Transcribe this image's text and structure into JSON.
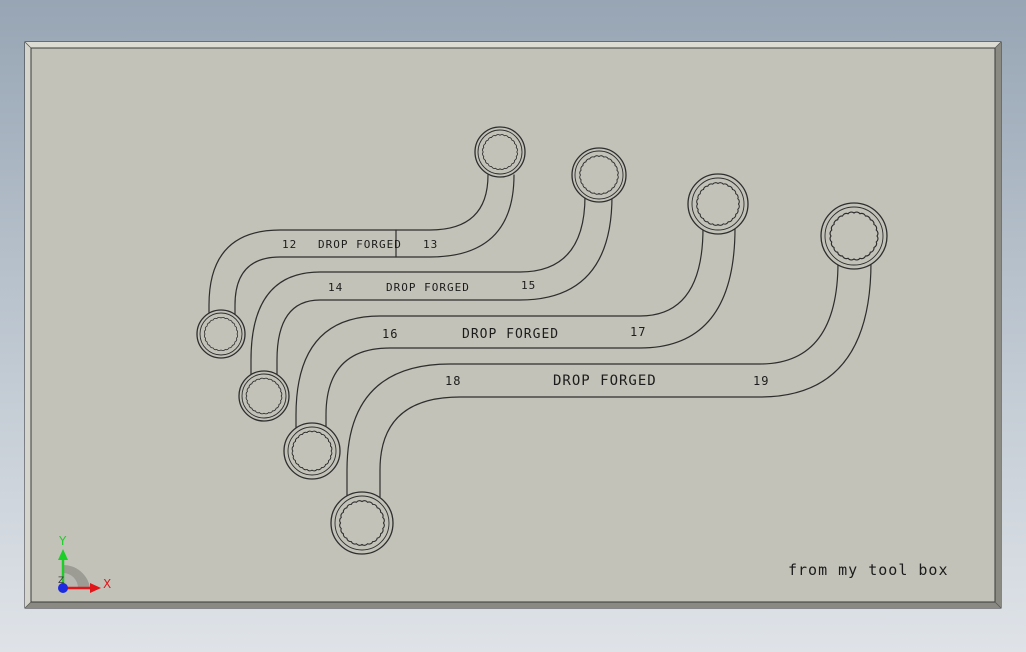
{
  "wrenches": [
    {
      "size_left": "12",
      "brand": "DROP FORGED",
      "size_right": "13"
    },
    {
      "size_left": "14",
      "brand": "DROP FORGED",
      "size_right": "15"
    },
    {
      "size_left": "16",
      "brand": "DROP FORGED",
      "size_right": "17"
    },
    {
      "size_left": "18",
      "brand": "DROP FORGED",
      "size_right": "19"
    }
  ],
  "caption": "from my tool box",
  "triad": {
    "x_label": "X",
    "y_label": "Y",
    "z_label": "Z"
  },
  "colors": {
    "plate": "#c3c2b8",
    "edge": "#2e2e2e",
    "axis_x": "#e0161a",
    "axis_y": "#1ccf28",
    "axis_z": "#1d2be0"
  }
}
